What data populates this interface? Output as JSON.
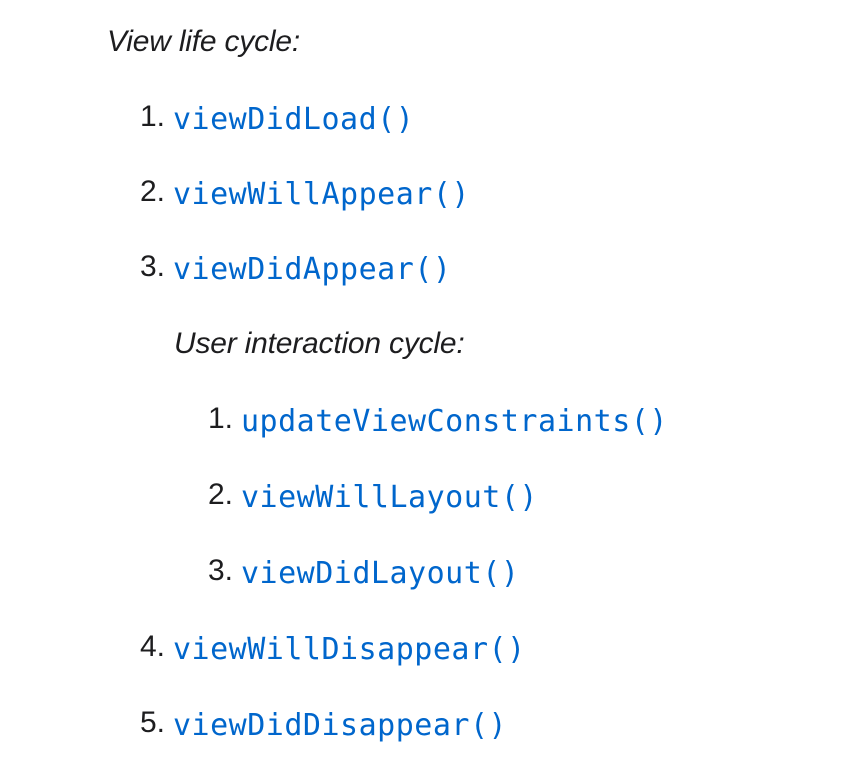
{
  "lifecycle": {
    "heading": "View life cycle:",
    "items": [
      {
        "number": "1.",
        "method": "viewDidLoad()"
      },
      {
        "number": "2.",
        "method": "viewWillAppear()"
      },
      {
        "number": "3.",
        "method": "viewDidAppear()"
      },
      {
        "number": "4.",
        "method": "viewWillDisappear()"
      },
      {
        "number": "5.",
        "method": "viewDidDisappear()"
      }
    ]
  },
  "interaction": {
    "heading": "User interaction cycle:",
    "items": [
      {
        "number": "1.",
        "method": "updateViewConstraints()"
      },
      {
        "number": "2.",
        "method": "viewWillLayout()"
      },
      {
        "number": "3.",
        "method": "viewDidLayout()"
      }
    ]
  },
  "colors": {
    "link": "#0066cc",
    "text": "#1d1d1f",
    "background": "#ffffff"
  }
}
